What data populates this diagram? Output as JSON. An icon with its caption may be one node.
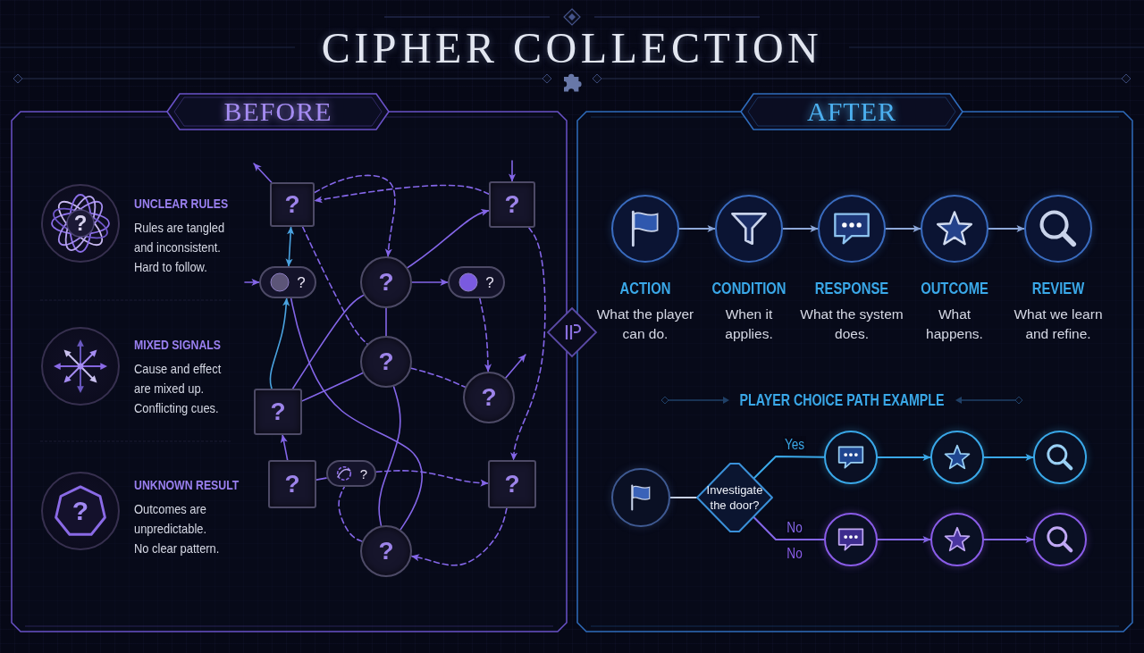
{
  "diagram": {
    "title": "CIPHER COLLECTION",
    "nodes": [
      {
        "text": [
          "BEFORE"
        ]
      },
      {
        "text": [
          "?"
        ],
        "in": 0,
        "beside": [
          "UNCLEAR RULES",
          "Rules are tangled and inconsistent. Hard to follow."
        ]
      },
      {
        "text": [],
        "shape": "circle",
        "in": 0,
        "beside": [
          "MIXED SIGNALS",
          "Cause and effect are mixed up. Conflicting cues."
        ]
      },
      {
        "text": [
          "?"
        ],
        "in": 0,
        "beside": [
          "UNKNOWN RESULT",
          "Outcomes are unpredictable. No clear pattern."
        ]
      },
      {
        "text": [
          "?"
        ],
        "in": 0
      },
      {
        "text": [
          "?"
        ],
        "in": 0
      },
      {
        "text": [
          "?"
        ],
        "in": 0
      },
      {
        "text": [
          "?"
        ],
        "in": 0
      },
      {
        "text": [
          "?"
        ],
        "in": 0
      },
      {
        "text": [
          "?"
        ],
        "in": 0
      },
      {
        "text": [
          "?"
        ],
        "in": 0
      },
      {
        "text": [
          "?"
        ],
        "in": 0
      },
      {
        "text": [
          "?"
        ],
        "in": 0
      },
      {
        "text": [
          "?"
        ],
        "in": 0
      },
      {
        "text": [
          "?"
        ],
        "in": 0
      },
      {
        "text": [
          "?"
        ],
        "in": 0
      },
      {
        "text": [
          "AFTER"
        ]
      },
      {
        "text": [],
        "shape": "circle",
        "in": 16,
        "beside": [
          "ACTION",
          "What the player can do."
        ]
      },
      {
        "text": [],
        "shape": "circle",
        "in": 16,
        "beside": [
          "CONDITION",
          "When it applies."
        ]
      },
      {
        "text": [],
        "shape": "circle",
        "in": 16,
        "beside": [
          "RESPONSE",
          "What the system does."
        ]
      },
      {
        "text": [],
        "shape": "circle",
        "in": 16,
        "beside": [
          "OUTCOME",
          "What happens."
        ]
      },
      {
        "text": [],
        "shape": "circle",
        "in": 16,
        "beside": [
          "REVIEW",
          "What we learn and refine."
        ]
      },
      {
        "text": [],
        "shape": "circle",
        "in": 16
      },
      {
        "text": [
          "Investigate the door?"
        ],
        "in": 16
      },
      {
        "text": [],
        "shape": "circle",
        "in": 16
      },
      {
        "text": [],
        "shape": "circle",
        "in": 16
      },
      {
        "text": [],
        "shape": "circle",
        "in": 16
      },
      {
        "text": [],
        "shape": "circle",
        "in": 16
      },
      {
        "text": [],
        "shape": "circle",
        "in": 16
      },
      {
        "text": [],
        "shape": "circle",
        "in": 16
      }
    ],
    "edges": [
      {
        "from": 4,
        "to": 6,
        "arrow": "both",
        "color": "#4aa3e0"
      },
      {
        "from": null,
        "to": 6,
        "arrow": "to"
      },
      {
        "from": 7,
        "to": 8,
        "arrow": "to"
      },
      {
        "from": 11,
        "to": 6,
        "arrow": "to",
        "color": "#4aa3e0"
      },
      {
        "from": 4,
        "to": null,
        "arrow": "to"
      },
      {
        "from": null,
        "to": 5,
        "arrow": "to"
      },
      {
        "from": 7,
        "to": 5,
        "arrow": "to"
      },
      {
        "from": 5,
        "to": 4,
        "arrow": "to",
        "style": "dashed"
      },
      {
        "from": 4,
        "to": 7,
        "arrow": "to",
        "style": "dashed"
      },
      {
        "from": 7,
        "to": 9,
        "arrow": "none"
      },
      {
        "from": 11,
        "to": 9,
        "arrow": "none"
      },
      {
        "from": 9,
        "to": 10,
        "arrow": "none",
        "style": "dashed"
      },
      {
        "from": 8,
        "to": 10,
        "arrow": "to",
        "style": "dashed"
      },
      {
        "from": 10,
        "to": null,
        "arrow": "to"
      },
      {
        "from": 5,
        "to": 14,
        "arrow": "to",
        "style": "dashed"
      },
      {
        "from": 12,
        "to": 13,
        "arrow": "none"
      },
      {
        "from": 13,
        "to": 14,
        "arrow": "to",
        "style": "dashed"
      },
      {
        "from": 14,
        "to": 15,
        "arrow": "to",
        "style": "dashed"
      },
      {
        "from": 9,
        "to": 15,
        "arrow": "none"
      },
      {
        "from": 15,
        "to": 13,
        "arrow": "none",
        "style": "dashed"
      },
      {
        "from": 12,
        "to": 11,
        "arrow": "to"
      },
      {
        "from": 11,
        "to": 7,
        "arrow": "none"
      },
      {
        "from": 6,
        "to": 15,
        "arrow": "none"
      },
      {
        "from": 4,
        "to": 9,
        "arrow": "none",
        "style": "dashed"
      },
      {
        "from": 17,
        "to": 18,
        "arrow": "to",
        "color": "#8fa9d9"
      },
      {
        "from": 18,
        "to": 19,
        "arrow": "to",
        "color": "#8fa9d9"
      },
      {
        "from": 19,
        "to": 20,
        "arrow": "to",
        "color": "#8fa9d9"
      },
      {
        "from": 20,
        "to": 21,
        "arrow": "to",
        "color": "#8fa9d9"
      },
      {
        "from": 22,
        "to": 23,
        "arrow": "none",
        "color": "#c9d1e3"
      },
      {
        "from": 23,
        "to": 24,
        "arrow": "none",
        "label": "Yes",
        "color": "#3aa8e8"
      },
      {
        "from": 24,
        "to": 25,
        "arrow": "to",
        "color": "#3aa8e8"
      },
      {
        "from": 25,
        "to": 26,
        "arrow": "to",
        "color": "#3aa8e8"
      },
      {
        "from": 23,
        "to": 27,
        "arrow": "none",
        "label": "No"
      },
      {
        "from": 27,
        "to": 28,
        "arrow": "to"
      },
      {
        "from": 28,
        "to": 29,
        "arrow": "to"
      }
    ],
    "labels": [
      "PLAYER CHOICE PATH EXAMPLE",
      "No"
    ]
  }
}
